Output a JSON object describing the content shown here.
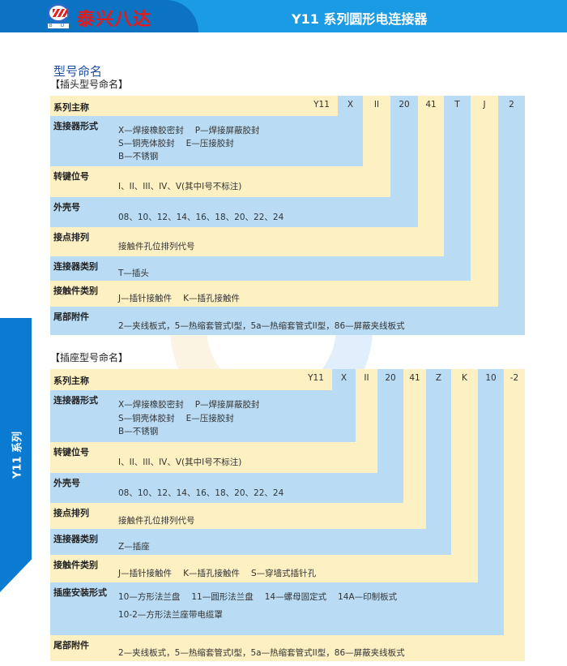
{
  "header": {
    "brand": "泰兴八达",
    "logo_text": "B D",
    "title": "Y11 系列圆形电连接器"
  },
  "side_tab": "Y11 系列",
  "section_title": "型号命名",
  "plug": {
    "title": "【插头型号命名】",
    "codes": [
      "Y11",
      "X",
      "II",
      "20",
      "41",
      "T",
      "J",
      "2"
    ],
    "rows": [
      {
        "label": "系列主称",
        "lines": []
      },
      {
        "label": "连接器形式",
        "lines": [
          [
            "X—焊接橡胶密封",
            "P—焊接屏蔽胶封"
          ],
          [
            "S—铜壳体胶封",
            "E—压接胶封"
          ],
          [
            "B—不锈钢"
          ]
        ]
      },
      {
        "label": "转键位号",
        "lines": [
          [
            "I、II、III、IV、V(其中I号不标注)"
          ]
        ]
      },
      {
        "label": "外壳号",
        "lines": [
          [
            "08、10、12、14、16、18、20、22、24"
          ]
        ]
      },
      {
        "label": "接点排列",
        "lines": [
          [
            "接触件孔位排列代号"
          ]
        ]
      },
      {
        "label": "连接器类别",
        "lines": [
          [
            "T—插头"
          ]
        ]
      },
      {
        "label": "接触件类别",
        "lines": [
          [
            "J—插针接触件",
            "K—插孔接触件"
          ]
        ]
      },
      {
        "label": "尾部附件",
        "lines": [
          [
            "2—夹线板式，5—热缩套管式I型，5a—热缩套管式II型，86—屏蔽夹线板式"
          ]
        ]
      }
    ]
  },
  "socket": {
    "title": "【插座型号命名】",
    "codes": [
      "Y11",
      "X",
      "II",
      "20",
      "41",
      "Z",
      "K",
      "10",
      "-2"
    ],
    "rows": [
      {
        "label": "系列主称",
        "lines": []
      },
      {
        "label": "连接器形式",
        "lines": [
          [
            "X—焊接橡胶密封",
            "P—焊接屏蔽胶封"
          ],
          [
            "S—铜壳体胶封",
            "E—压接胶封"
          ],
          [
            "B—不锈钢"
          ]
        ]
      },
      {
        "label": "转键位号",
        "lines": [
          [
            "I、II、III、IV、V(其中I号不标注)"
          ]
        ]
      },
      {
        "label": "外壳号",
        "lines": [
          [
            "08、10、12、14、16、18、20、22、24"
          ]
        ]
      },
      {
        "label": "接点排列",
        "lines": [
          [
            "接触件孔位排列代号"
          ]
        ]
      },
      {
        "label": "连接器类别",
        "lines": [
          [
            "Z—插座"
          ]
        ]
      },
      {
        "label": "接触件类别",
        "lines": [
          [
            "J—插针接触件",
            "K—插孔接触件",
            "S—穿墙式插针孔"
          ]
        ]
      },
      {
        "label": "插座安装形式",
        "lines": [
          [
            "10—方形法兰盘",
            "11—圆形法兰盘",
            "14—螺母固定式",
            "14A—印制板式"
          ],
          [
            "10-2—方形法兰座带电缆罩"
          ]
        ]
      },
      {
        "label": "尾部附件",
        "lines": [
          [
            "2—夹线板式，5—热缩套管式I型，5a—热缩套管式II型，86—屏蔽夹线板式"
          ]
        ]
      }
    ]
  },
  "colors": {
    "yellow": "#fdf0c2",
    "blue": "#b9dcf4",
    "header": "#1b9be3",
    "header_dark": "#0c72c2"
  }
}
